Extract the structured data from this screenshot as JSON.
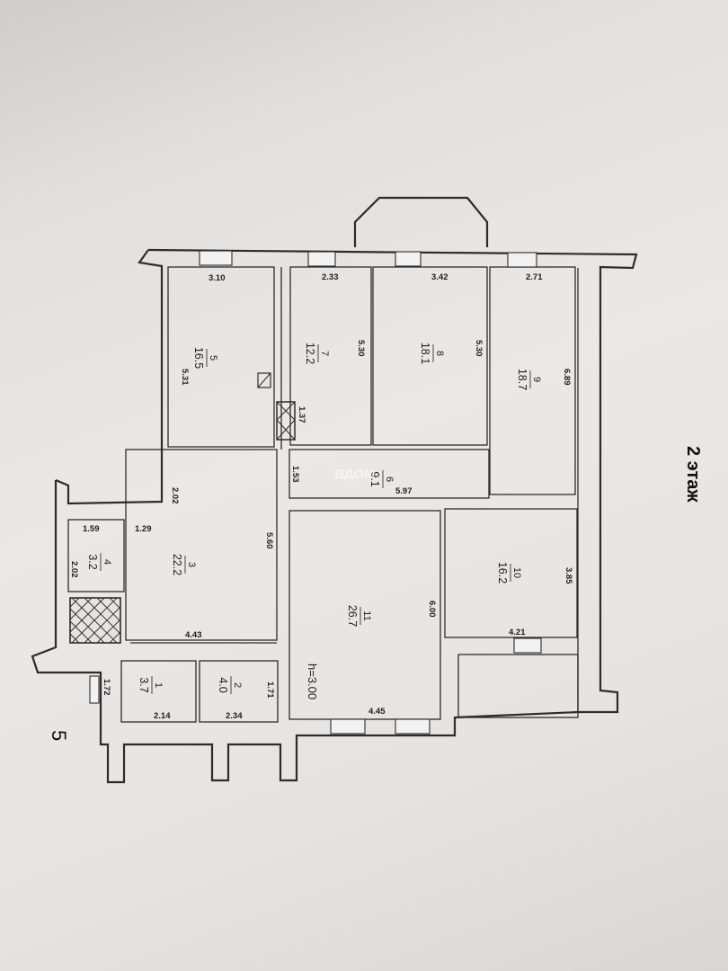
{
  "floor_label": "2 этаж",
  "section_label": "5",
  "ceiling_height": "h=3.00",
  "watermark": "ВДОМ",
  "rooms": [
    {
      "num": "1",
      "area": "3.7"
    },
    {
      "num": "2",
      "area": "4.0"
    },
    {
      "num": "3",
      "area": "22.2"
    },
    {
      "num": "4",
      "area": "3.2"
    },
    {
      "num": "5",
      "area": "16.5"
    },
    {
      "num": "6",
      "area": "9.1"
    },
    {
      "num": "7",
      "area": "12.2"
    },
    {
      "num": "8",
      "area": "18.1"
    },
    {
      "num": "9",
      "area": "18.7"
    },
    {
      "num": "10",
      "area": "16.2"
    },
    {
      "num": "11",
      "area": "26.7"
    }
  ],
  "dimensions": [
    "3.10",
    "5.31",
    "2.33",
    "5.30",
    "3.42",
    "5.30",
    "2.71",
    "6.89",
    "1.37",
    "1.53",
    "5.97",
    "2.02",
    "5.60",
    "1.59",
    "1.29",
    "2.02",
    "4.43",
    "6.00",
    "3.85",
    "4.21",
    "1.72",
    "2.14",
    "2.34",
    "1.71",
    "4.45"
  ],
  "colors": {
    "wall": "#2c2c2c",
    "paper": "#e9e7e5",
    "text": "#1e1e1e"
  }
}
